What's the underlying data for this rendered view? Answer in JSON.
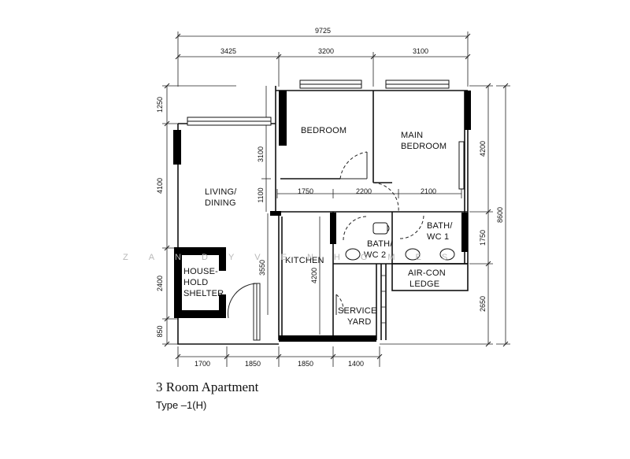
{
  "title": "3 Room Apartment",
  "subtitle": "Type –1(H)",
  "watermark": "ZANDYVENHOMES",
  "dimensions": {
    "top_total": "9725",
    "top_segments": [
      "3425",
      "3200",
      "3100"
    ],
    "bottom_segments": [
      "1700",
      "1850",
      "1850",
      "1400"
    ],
    "left_segments": [
      "1250",
      "4100",
      "2400",
      "850"
    ],
    "right_inner": [
      "4200",
      "1750",
      "2650"
    ],
    "right_total": "8600",
    "internal": [
      "3100",
      "1100",
      "1750",
      "2200",
      "2100",
      "3550",
      "4200"
    ]
  },
  "rooms": {
    "bedroom": "BEDROOM",
    "main_bedroom": [
      "MAIN",
      "BEDROOM"
    ],
    "living_dining": [
      "LIVING/",
      "DINING"
    ],
    "household_shelter": [
      "HOUSE-",
      "HOLD",
      "SHELTER"
    ],
    "kitchen": "KITCHEN",
    "bath_wc_1": [
      "BATH/",
      "WC  1"
    ],
    "bath_wc_2": [
      "BATH/",
      "WC  2"
    ],
    "aircon_ledge": [
      "AIR-CON",
      "LEDGE"
    ],
    "service_yard": [
      "SERVICE",
      "YARD"
    ]
  }
}
